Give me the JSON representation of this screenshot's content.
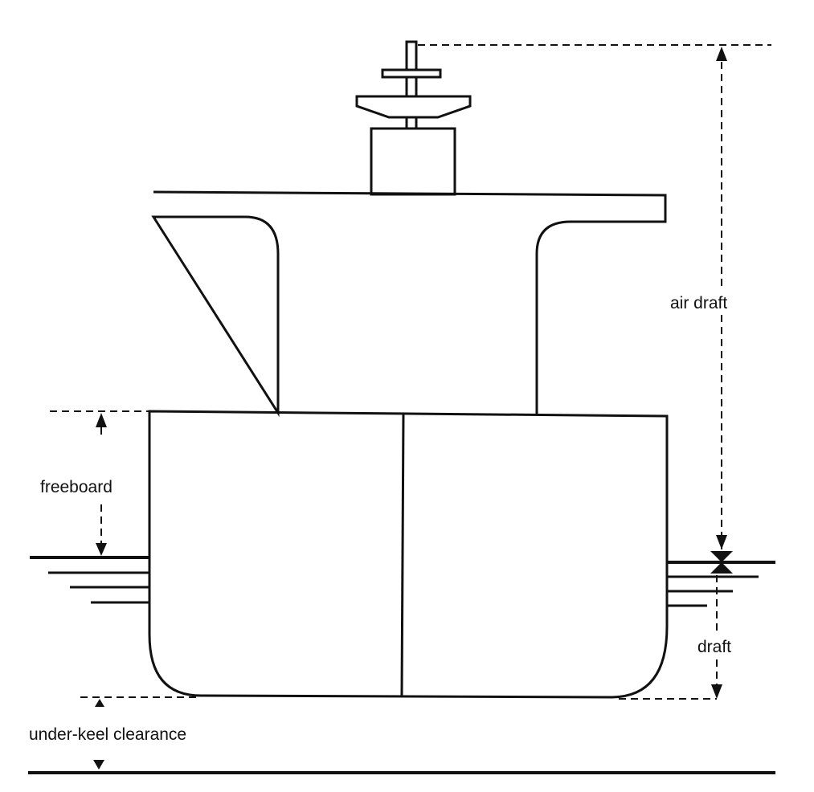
{
  "labels": {
    "air_draft": "air draft",
    "freeboard": "freeboard",
    "draft": "draft",
    "under_keel_clearance": "under-keel clearance"
  },
  "colors": {
    "line": "#111111",
    "background": "#ffffff"
  }
}
